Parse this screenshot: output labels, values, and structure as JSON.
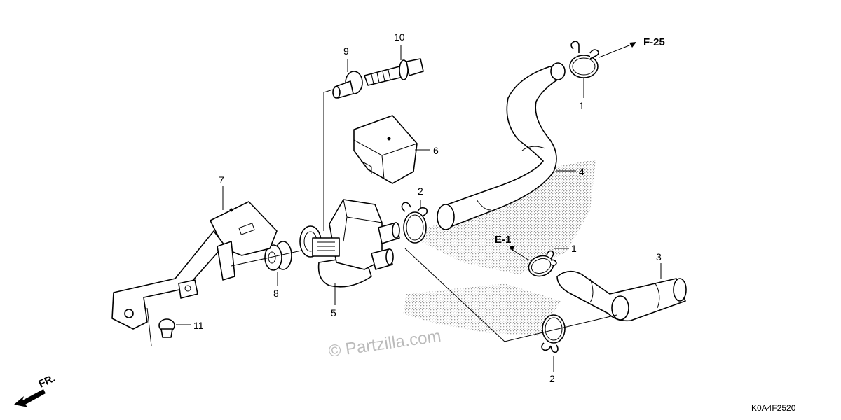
{
  "callouts": [
    {
      "id": "c1a",
      "text": "1"
    },
    {
      "id": "c1b",
      "text": "1"
    },
    {
      "id": "c2a",
      "text": "2"
    },
    {
      "id": "c2b",
      "text": "2"
    },
    {
      "id": "c3",
      "text": "3"
    },
    {
      "id": "c4",
      "text": "4"
    },
    {
      "id": "c5",
      "text": "5"
    },
    {
      "id": "c6",
      "text": "6"
    },
    {
      "id": "c7",
      "text": "7"
    },
    {
      "id": "c8",
      "text": "8"
    },
    {
      "id": "c9",
      "text": "9"
    },
    {
      "id": "c10",
      "text": "10"
    },
    {
      "id": "c11",
      "text": "11"
    }
  ],
  "references": {
    "f25": "F-25",
    "e1": "E-1"
  },
  "front_indicator": "FR.",
  "diagram_code": "K0A4F2520",
  "watermark": "© Partzilla.com",
  "colors": {
    "line": "#000000",
    "shading": "#c8c8c8",
    "watermark": "#bbbbbb"
  }
}
